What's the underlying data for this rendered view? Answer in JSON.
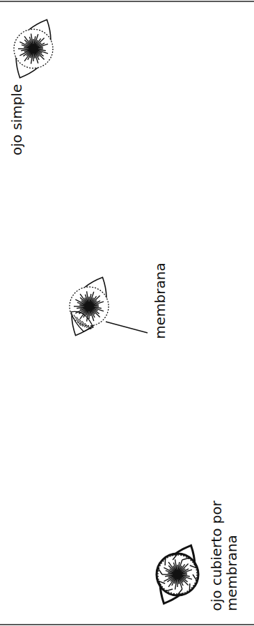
{
  "diagram": {
    "labels": [
      "ojo simple",
      "membrana",
      "ojo cubierto por membrana"
    ]
  }
}
